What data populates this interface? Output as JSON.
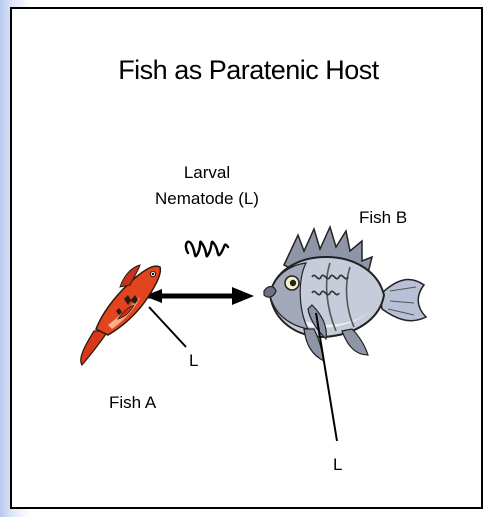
{
  "slide": {
    "title": "Fish as Paratenic Host",
    "larval_label": {
      "line1": "Larval",
      "line2": "Nematode (L)"
    },
    "fish_a_label": "Fish A",
    "fish_b_label": "Fish B",
    "larva_in_fish_a_label": "L",
    "larva_in_fish_b_label": "L"
  },
  "icons": {
    "fish_a": "red-fish-clipart",
    "fish_b": "gray-fish-clipart",
    "larva": "wavy-nematode-icon",
    "arrow": "transfer-arrow"
  },
  "colors": {
    "fish_a": "#d8381a",
    "fish_b": "#9aa0ae",
    "accent_background": "#b9c8ee"
  }
}
